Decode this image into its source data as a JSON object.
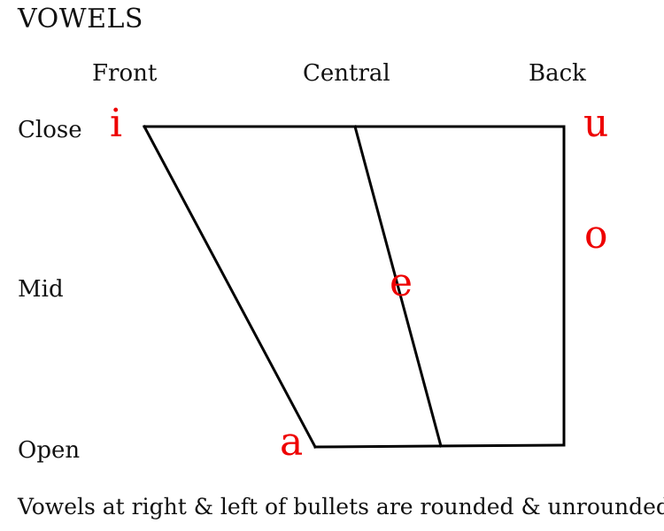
{
  "title": "VOWELS",
  "columns": {
    "front": "Front",
    "central": "Central",
    "back": "Back"
  },
  "rows": {
    "close": "Close",
    "mid": "Mid",
    "open": "Open"
  },
  "vowels": {
    "i": "i",
    "u": "u",
    "o": "o",
    "e": "e",
    "a": "a"
  },
  "caption": "Vowels at right & left of bullets are rounded & unrounded.",
  "colors": {
    "vowel": "#ee0000",
    "text": "#111111",
    "lines": "#000000"
  }
}
